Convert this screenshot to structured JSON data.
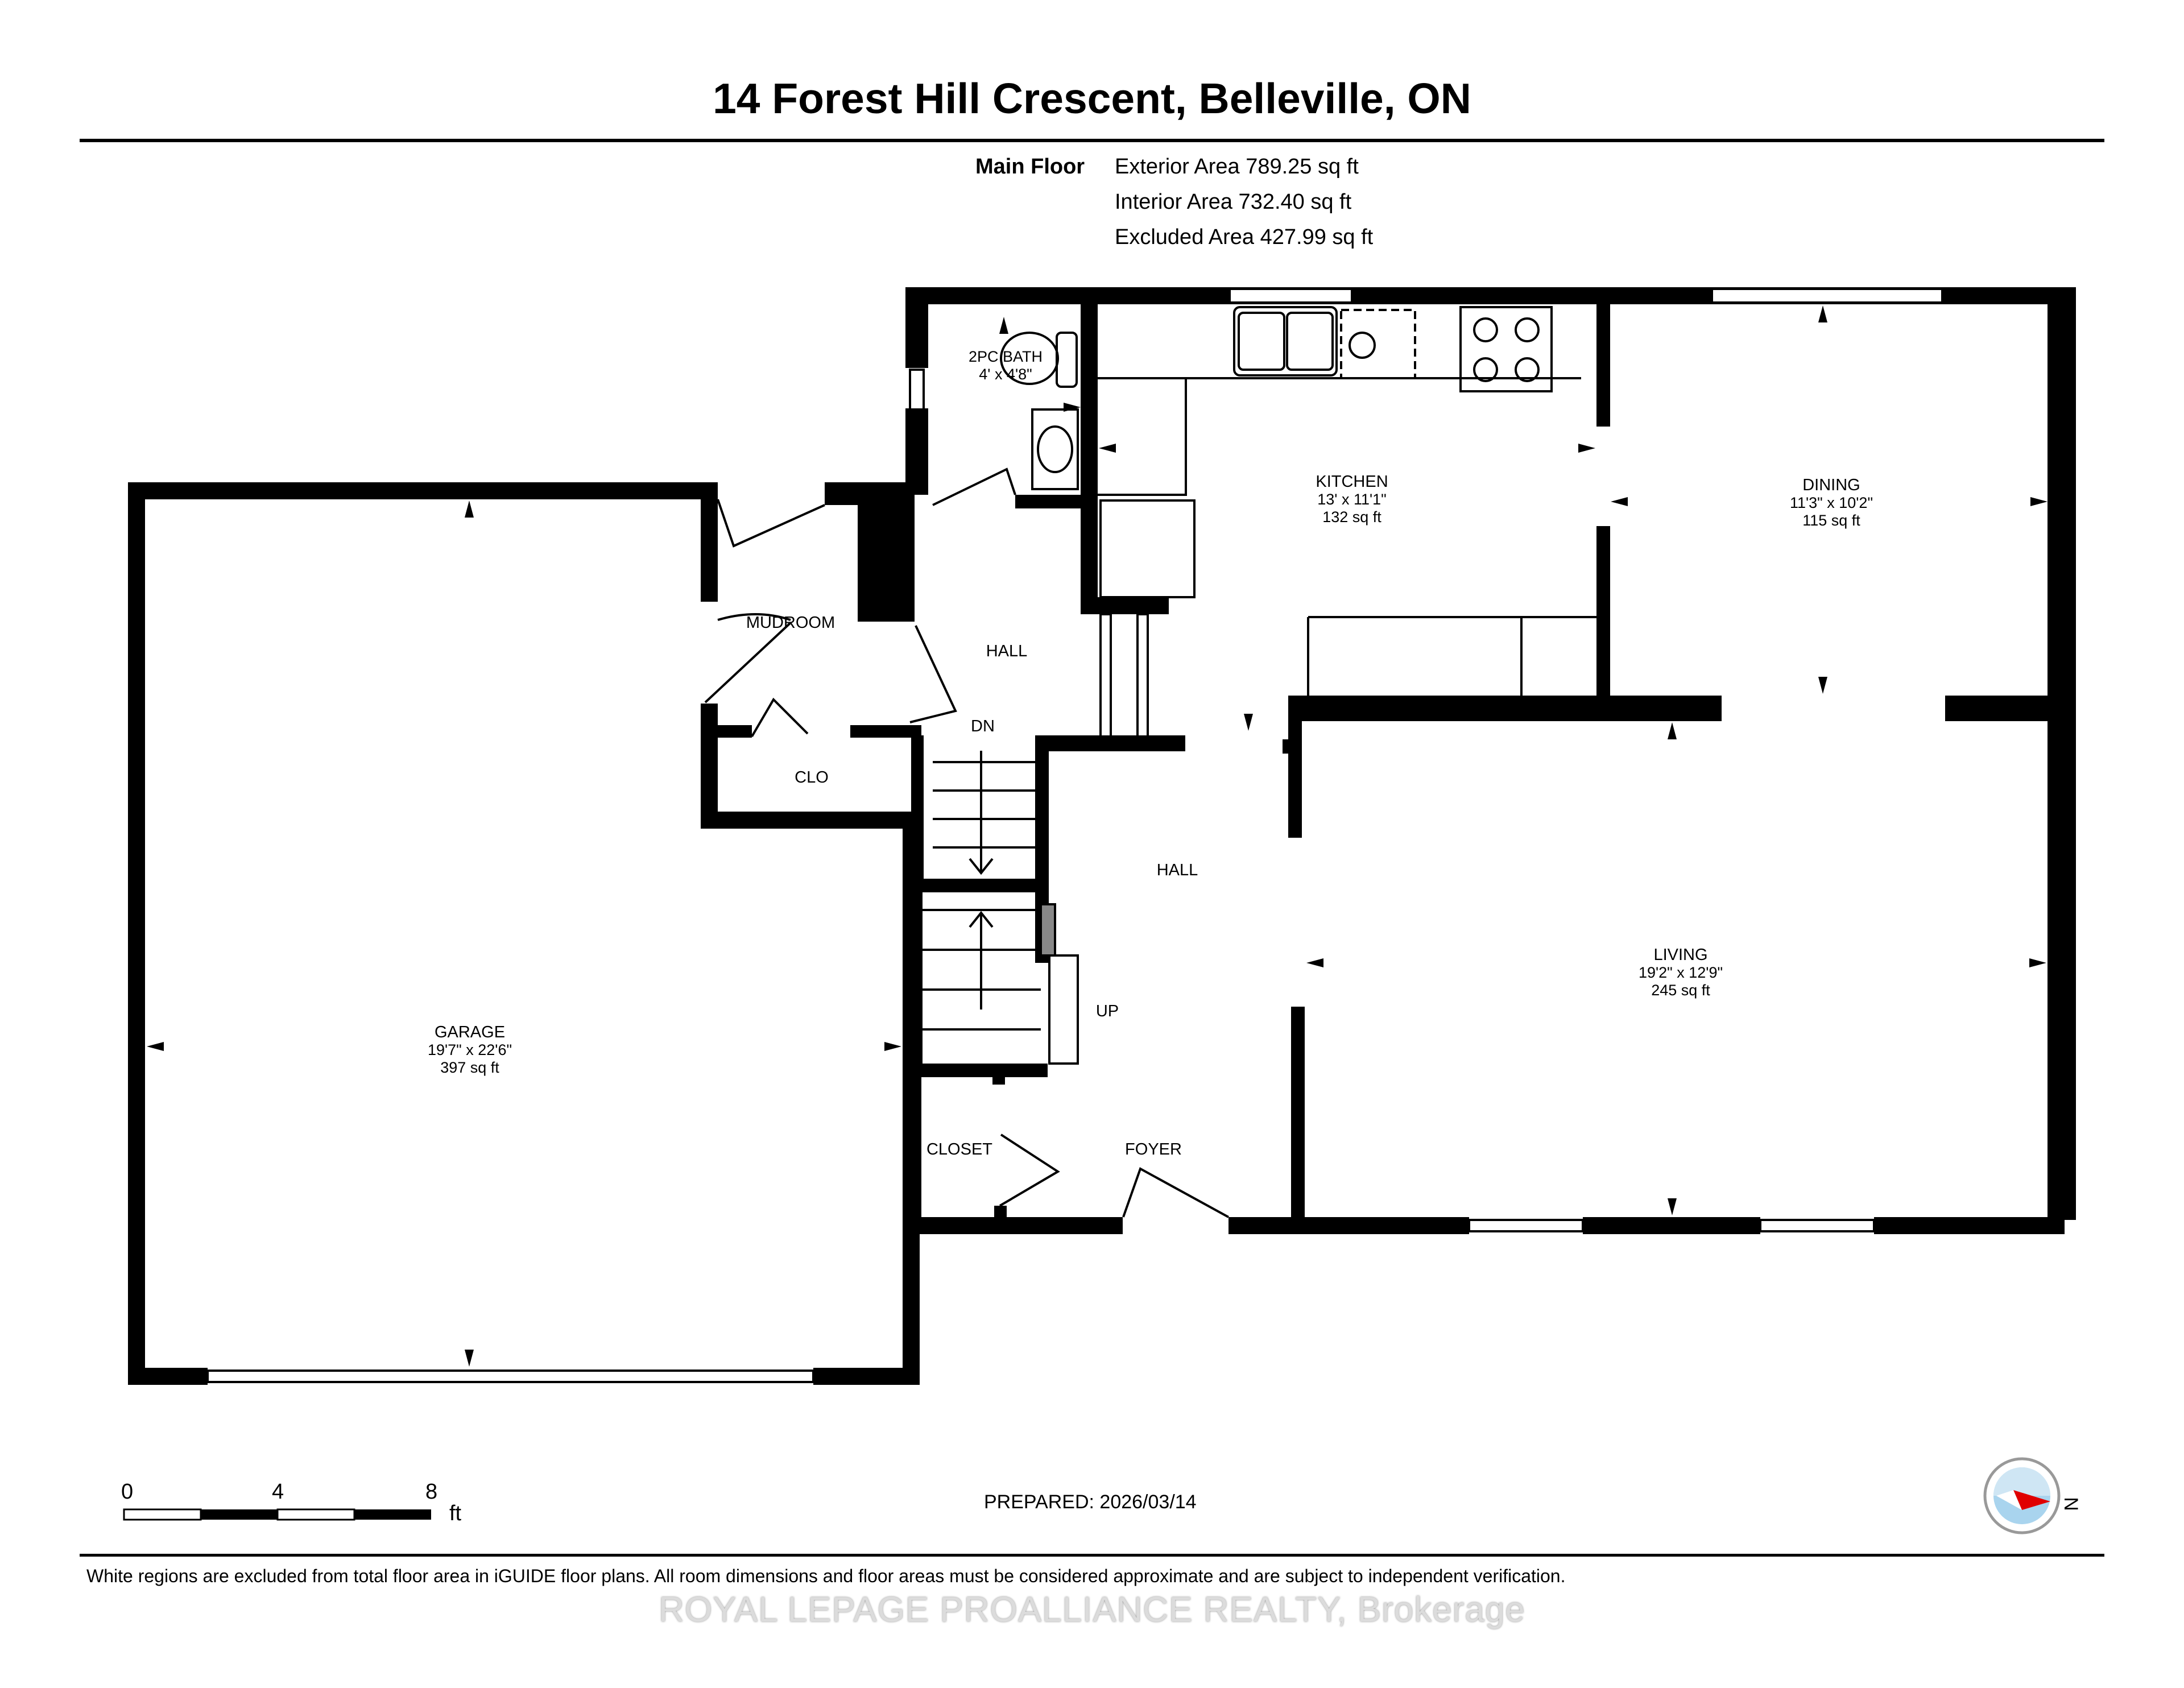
{
  "title": "14 Forest Hill Crescent, Belleville, ON",
  "floor": {
    "label": "Main Floor",
    "areas": [
      "Exterior Area 789.25 sq ft",
      "Interior Area 732.40 sq ft",
      "Excluded Area 427.99 sq ft"
    ]
  },
  "rooms": {
    "bath": {
      "name": "2PC BATH",
      "dims": "4' x 4'8\""
    },
    "kitchen": {
      "name": "KITCHEN",
      "dims": "13' x 11'1\"",
      "area": "132 sq ft"
    },
    "dining": {
      "name": "DINING",
      "dims": "11'3\" x 10'2\"",
      "area": "115 sq ft"
    },
    "mudroom": {
      "name": "MUDROOM"
    },
    "hall_upper": {
      "name": "HALL"
    },
    "dn": {
      "name": "DN"
    },
    "clo": {
      "name": "CLO"
    },
    "hall_lower": {
      "name": "HALL"
    },
    "living": {
      "name": "LIVING",
      "dims": "19'2\" x 12'9\"",
      "area": "245 sq ft"
    },
    "garage": {
      "name": "GARAGE",
      "dims": "19'7\" x 22'6\"",
      "area": "397 sq ft"
    },
    "up": {
      "name": "UP"
    },
    "closet": {
      "name": "CLOSET"
    },
    "foyer": {
      "name": "FOYER"
    }
  },
  "scale": {
    "labels": [
      "0",
      "4",
      "8"
    ],
    "unit": "ft"
  },
  "compass": {
    "label": "N"
  },
  "prepared": "PREPARED: 2026/03/14",
  "disclaimer": "White regions are excluded from total floor area in iGUIDE floor plans. All room dimensions and floor areas must be considered approximate and are subject to independent verification.",
  "watermark": "ROYAL LEPAGE PROALLIANCE REALTY, Brokerage"
}
